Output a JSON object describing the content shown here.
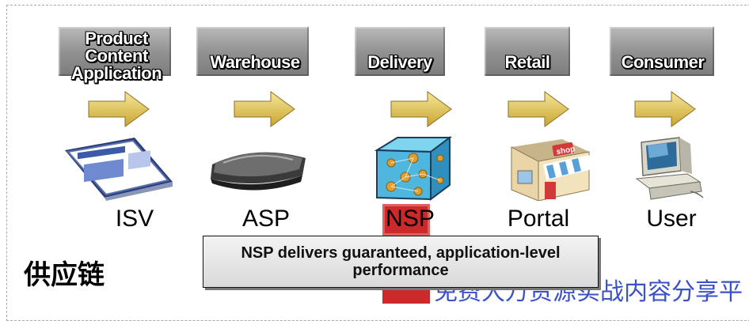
{
  "stages": [
    {
      "label": "Product\nContent\nApplication",
      "actor": "ISV",
      "icon": "software-box-icon"
    },
    {
      "label": "Warehouse",
      "actor": "ASP",
      "icon": "server-tray-icon"
    },
    {
      "label": "Delivery",
      "actor": "NSP",
      "icon": "network-cube-icon"
    },
    {
      "label": "Retail",
      "actor": "Portal",
      "icon": "shop-icon"
    },
    {
      "label": "Consumer",
      "actor": "User",
      "icon": "computer-icon"
    }
  ],
  "callout": "NSP delivers guaranteed, application-level performance",
  "title_cn": "供应链",
  "watermark": "免费大万资源实战内容分享平"
}
